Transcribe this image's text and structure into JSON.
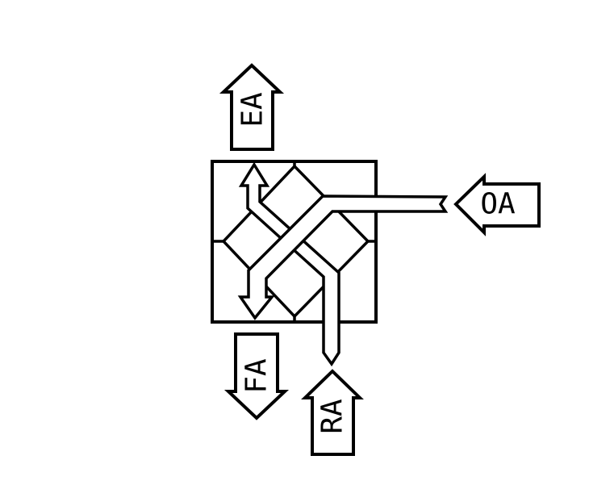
{
  "labels": {
    "ea": "EA",
    "oa": "OA",
    "fa": "FA",
    "ra": "RA"
  },
  "colors": {
    "stroke": "#000000",
    "fill": "#ffffff"
  }
}
